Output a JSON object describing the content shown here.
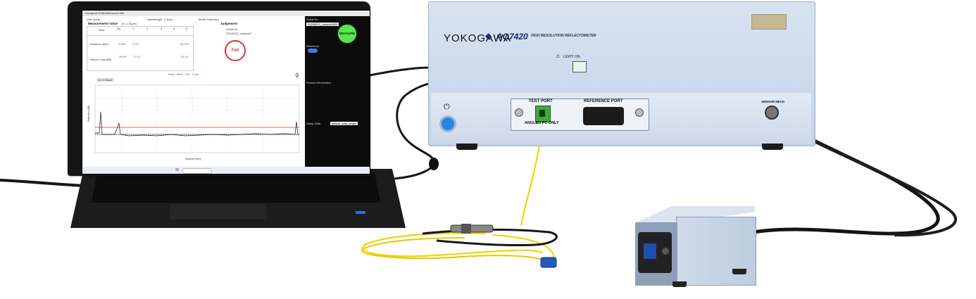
{
  "app": {
    "window_title": "Yokogawa ReflectMeasurement",
    "unit_label": "Unit: None",
    "wavelength_label": "Wavelength: 1.31μm",
    "mode_label": "Mode: Detection",
    "measurement_value_title": "Measurement Value",
    "range_label": "(t=-1.31μm)",
    "table": {
      "headers": [
        "No.",
        "1",
        "2",
        "3",
        "4",
        "5"
      ],
      "row_area_label": "Area",
      "rows": [
        {
          "label": "Distance [mm]",
          "values": [
            "0.000",
            "9.997",
            "",
            "",
            "",
            "85.304"
          ]
        },
        {
          "label": "Return Loss [dB]",
          "values": [
            "-59.99",
            "-70.72",
            "",
            "",
            "",
            "-80.19"
          ]
        }
      ]
    },
    "judgement_title": "Judgement",
    "serial_label": "Serial No.",
    "serial_value": "2024001C_sample0",
    "result": "Fail",
    "legend_items": [
      "Pass",
      "Blue",
      "Fail",
      "Fault"
    ],
    "measure_button": "MEASURE",
    "right_panel": {
      "serial_label": "Serial No.",
      "serial_value": "2024001C_sample0004",
      "reference_label": "Reference",
      "product_info_label": "Product Information",
      "setup_label": "Setup Data",
      "setup_value": "default_data_single"
    },
    "plot_tab": "λ= 1.31μm",
    "y_axis_label": "Reflection [dB]",
    "x_axis_label": "Distance [mm]"
  },
  "instrument": {
    "brand": "YOKOGAWA",
    "model": "AQ7420",
    "subtitle": "HIGH RESOLUTION REFLECTOMETER",
    "light_on_label": "LIGHT ON",
    "test_port_label": "TEST PORT",
    "reference_port_label": "REFERENCE PORT",
    "angled_label": "ANGLED PC ONLY",
    "sensor_head_label": "SENSOR HEAD"
  },
  "colors": {
    "power_button": "#2c84df",
    "measure_button": "#57e64f",
    "fail": "#e23030",
    "test_connector": "#3fa93d",
    "fiber": "#f2d400",
    "scpc_connector": "#1f5cc2"
  }
}
